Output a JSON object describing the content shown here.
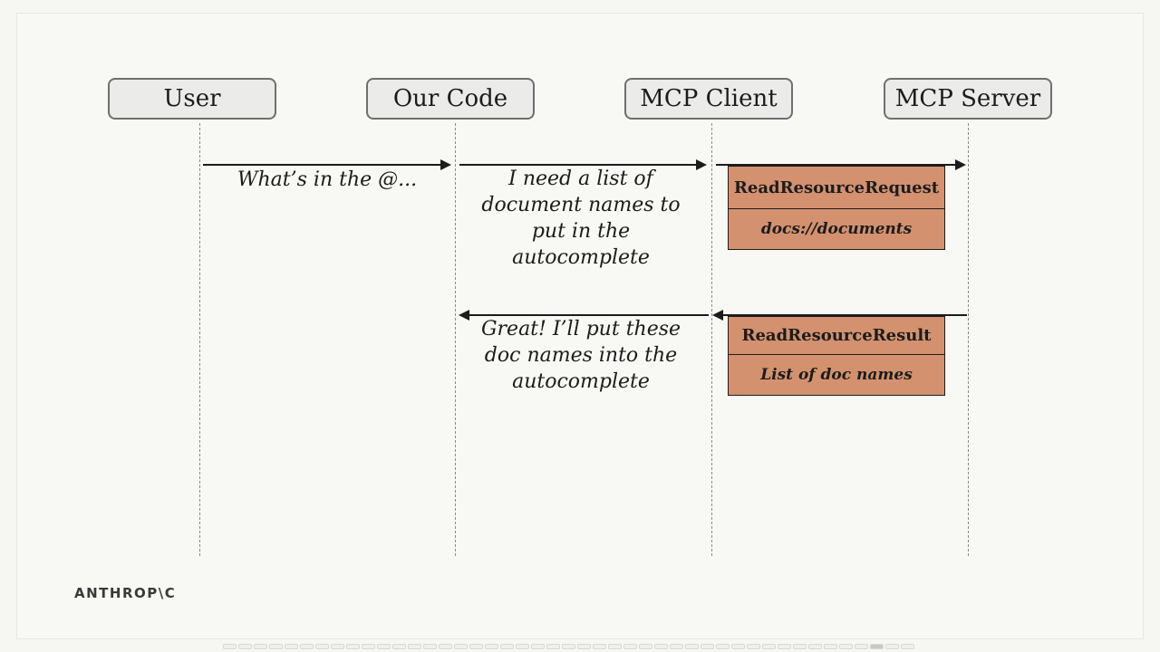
{
  "actors": {
    "user": "User",
    "our_code": "Our Code",
    "mcp_client": "MCP Client",
    "mcp_server": "MCP Server"
  },
  "messages": {
    "user_to_code": "What’s in the @...",
    "code_to_client": "I need a list of\ndocument names to\nput in the\nautocomplete",
    "client_to_code": "Great! I’ll put these\ndoc names into the\nautocomplete"
  },
  "request_box": {
    "title": "ReadResourceRequest",
    "body": "docs://documents"
  },
  "result_box": {
    "title": "ReadResourceResult",
    "body": "List of doc names"
  },
  "branding": {
    "logo_text": "ANTHROP\\C"
  },
  "colors": {
    "message_box": "#d3916f",
    "actor_fill": "#ebebea",
    "background": "#f8f9f4"
  }
}
